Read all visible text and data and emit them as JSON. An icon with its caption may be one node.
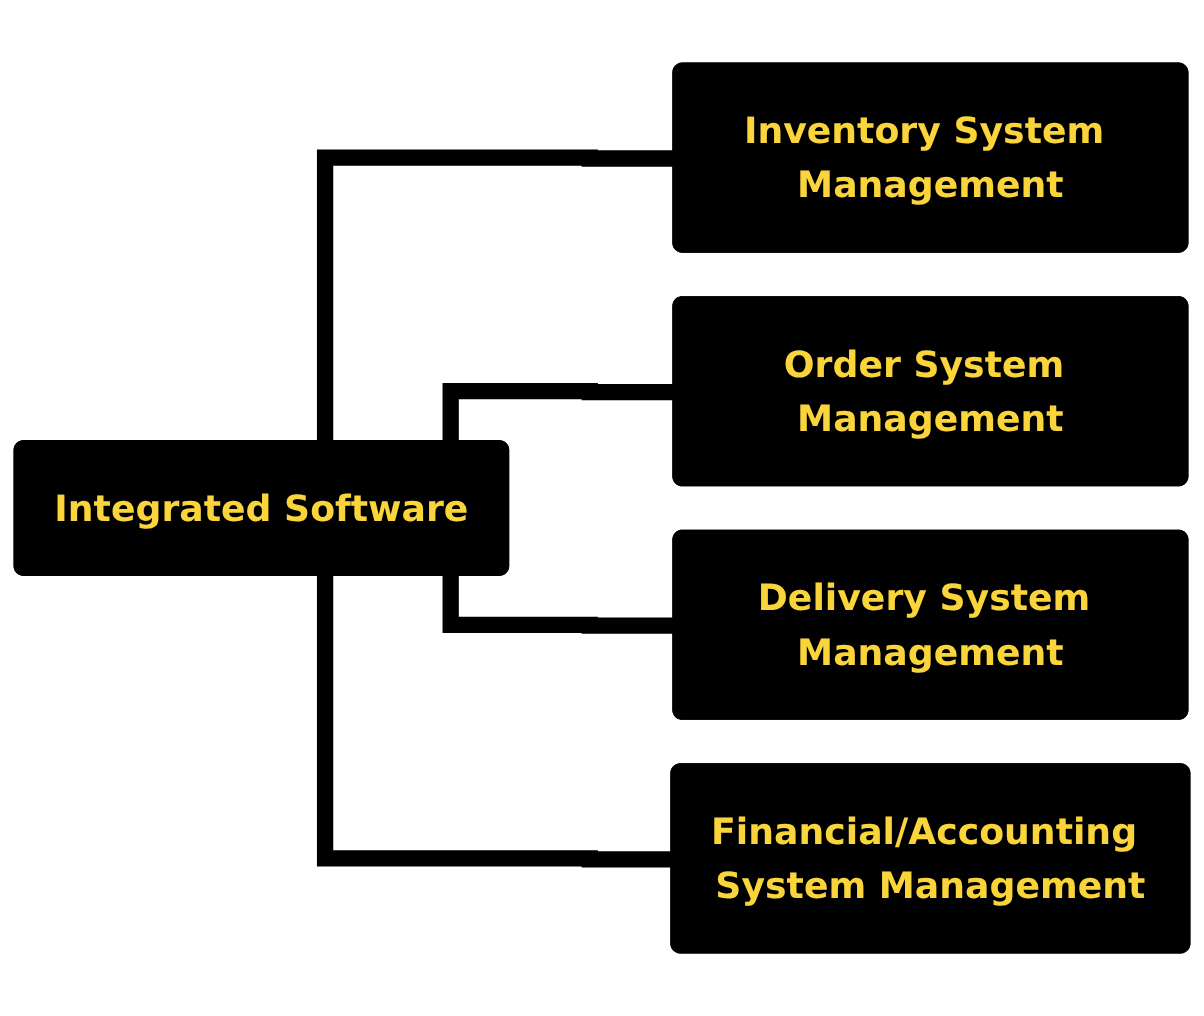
{
  "diagram": {
    "nodes": [
      {
        "text": [
          "Integrated Software"
        ]
      },
      {
        "text": [
          "Inventory System Management"
        ]
      },
      {
        "text": [
          "Order System Management"
        ]
      },
      {
        "text": [
          "Delivery System Management"
        ]
      },
      {
        "text": [
          "Financial/Accounting System Management"
        ]
      }
    ],
    "edges": [
      {
        "from": 0,
        "to": 1,
        "arrow": "none"
      },
      {
        "from": 0,
        "to": 2,
        "arrow": "none"
      },
      {
        "from": 0,
        "to": 3,
        "arrow": "none"
      },
      {
        "from": 0,
        "to": 4,
        "arrow": "none"
      }
    ]
  }
}
